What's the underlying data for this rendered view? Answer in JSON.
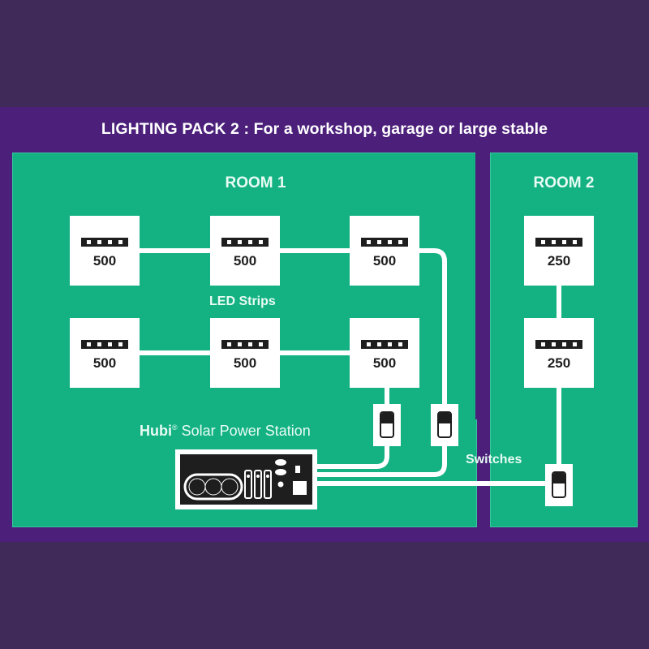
{
  "title": "LIGHTING PACK 2 : For a workshop, garage or large stable",
  "rooms": [
    {
      "name": "ROOM 1"
    },
    {
      "name": "ROOM 2"
    }
  ],
  "labels": {
    "led_strips": "LED Strips",
    "switches": "Switches",
    "station_brand": "Hubi",
    "station_mark": "®",
    "station_name": "Solar Power Station"
  },
  "strips": {
    "room1_row1": [
      "500",
      "500",
      "500"
    ],
    "room1_row2": [
      "500",
      "500",
      "500"
    ],
    "room2": [
      "250",
      "250"
    ]
  },
  "colors": {
    "background": "#3f2a5a",
    "band": "#4b1f7a",
    "room": "#14b283",
    "wire": "#ffffff",
    "device": "#1e1e1e"
  }
}
